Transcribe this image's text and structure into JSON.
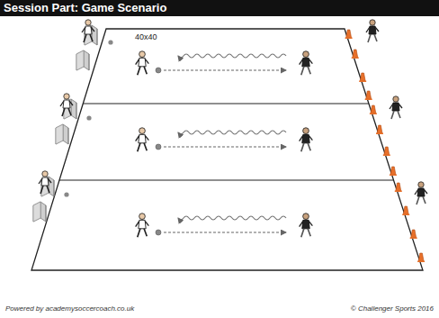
{
  "diagram": {
    "title": "Session Part: Game Scenario",
    "labels": [
      "40x40",
      "Powered by academysoccercoach.co.uk",
      "© Challenger Sports 2016"
    ]
  }
}
